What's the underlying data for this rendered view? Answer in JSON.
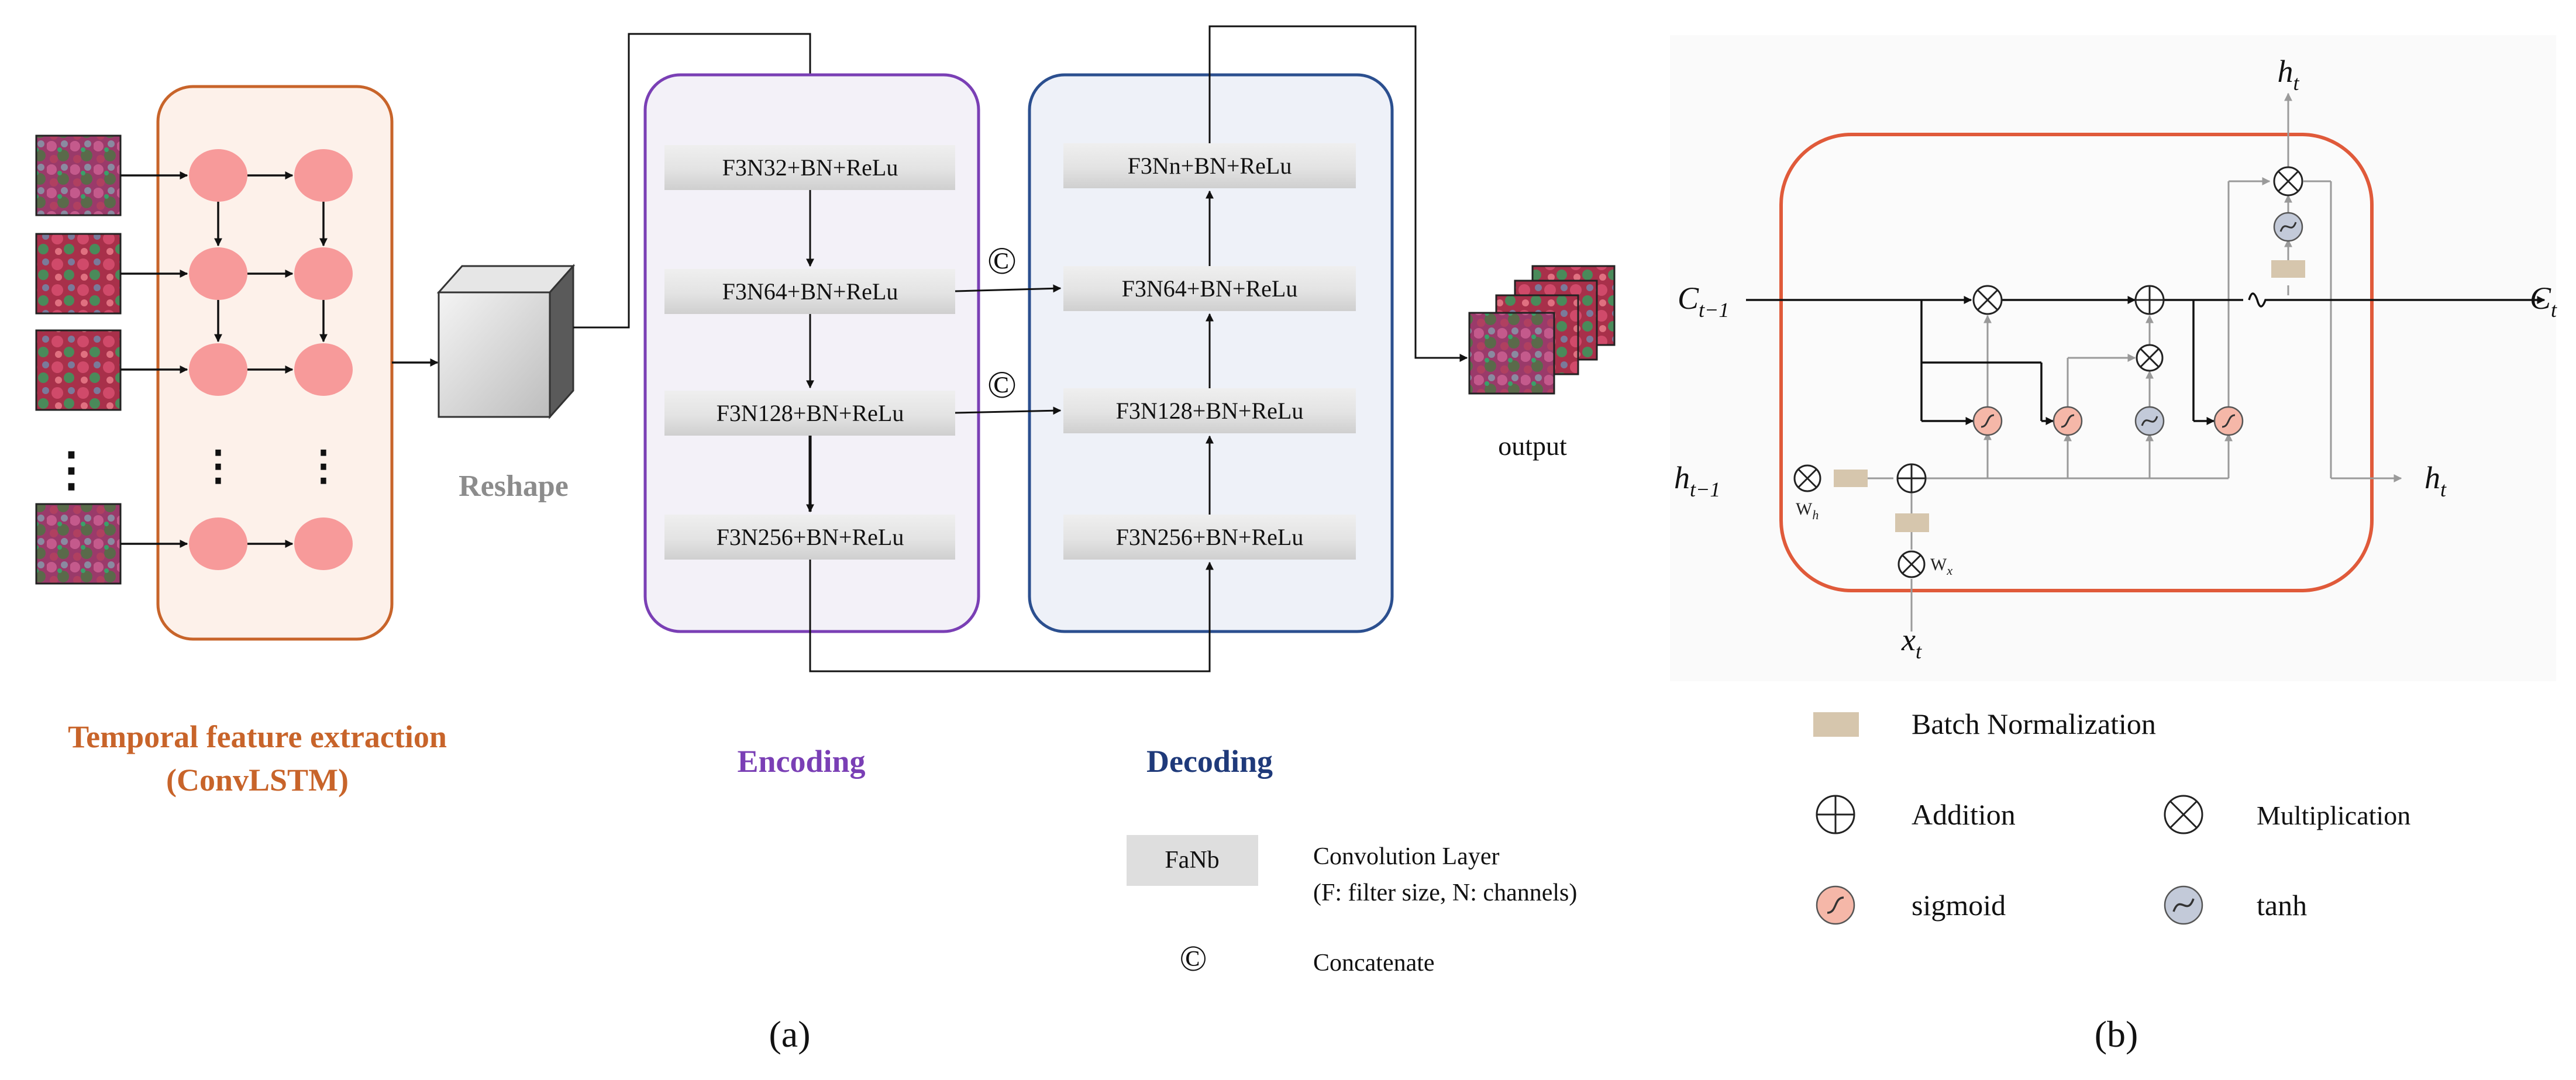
{
  "panel_a": {
    "temporal": {
      "line1": "Temporal feature extraction",
      "line2": "(ConvLSTM)",
      "ellipsis": "⋮"
    },
    "reshape_label": "Reshape",
    "encoding_label": "Encoding",
    "decoding_label": "Decoding",
    "encoder_blocks": [
      "F3N32+BN+ReLu",
      "F3N64+BN+ReLu",
      "F3N128+BN+ReLu",
      "F3N256+BN+ReLu"
    ],
    "decoder_blocks": [
      "F3Nn+BN+ReLu",
      "F3N64+BN+ReLu",
      "F3N128+BN+ReLu",
      "F3N256+BN+ReLu"
    ],
    "concat_symbol": "©",
    "output_label": "output",
    "legend": {
      "block_label": "FaNb",
      "conv_line1": "Convolution Layer",
      "conv_line2": "(F: filter size, N: channels)",
      "concat_symbol": "©",
      "concat_text": "Concatenate"
    },
    "caption": "(a)"
  },
  "panel_b": {
    "h_top": "h",
    "h_top_sub": "t",
    "c_in": "C",
    "c_in_sub": "t−1",
    "c_out": "C",
    "c_out_sub": "t",
    "h_in": "h",
    "h_in_sub": "t−1",
    "h_out": "h",
    "h_out_sub": "t",
    "x_in": "x",
    "x_in_sub": "t",
    "wh": "W",
    "wh_sub": "h",
    "wx": "W",
    "wx_sub": "x",
    "legend": {
      "bn": "Batch Normalization",
      "add": "Addition",
      "mul": "Multiplication",
      "sigmoid": "sigmoid",
      "tanh": "tanh"
    },
    "caption": "(b)"
  },
  "colors": {
    "orange": "#c8642a",
    "purple": "#7a3fb5",
    "navy": "#2b4f8f",
    "node_pink": "#f79a9a",
    "bn_tan": "#d6c6ad",
    "cell_border": "#e05a3a"
  }
}
